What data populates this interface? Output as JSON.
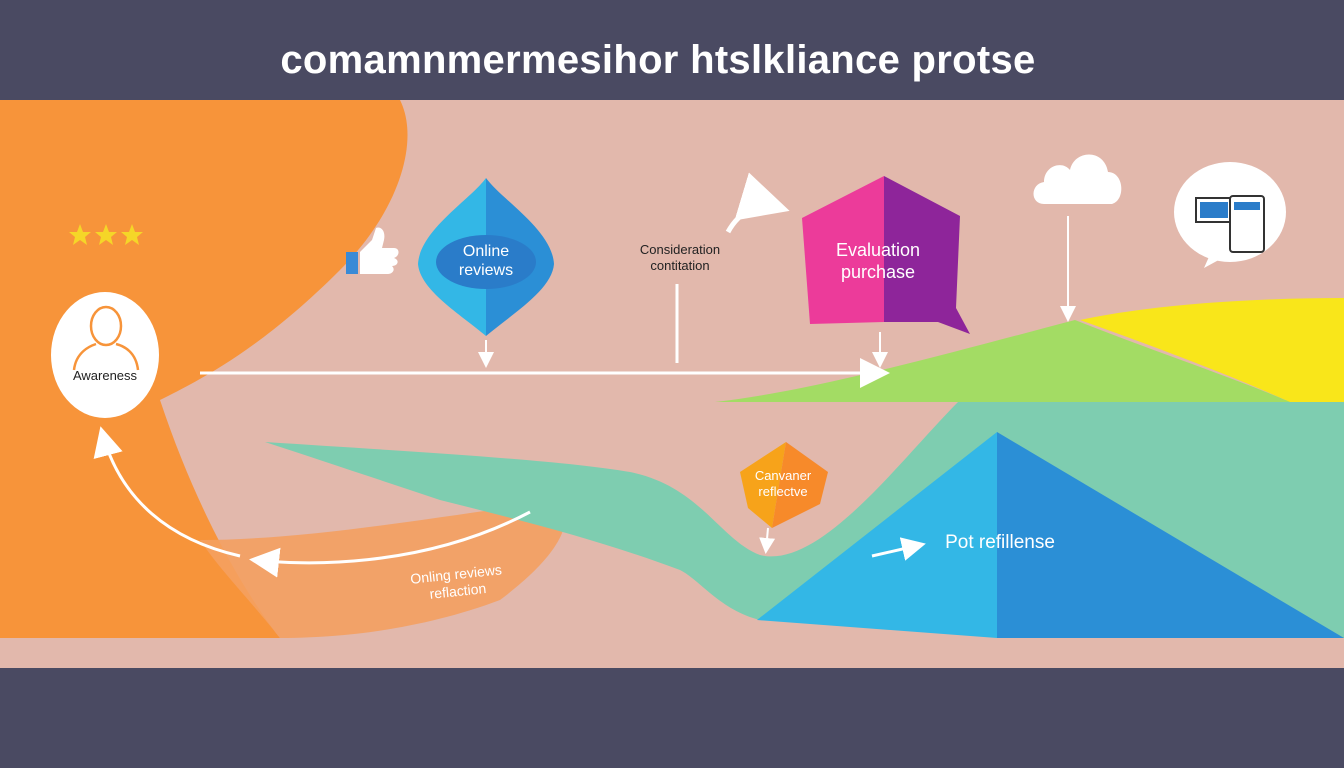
{
  "title": "comamnmermesihor htslkliance protse",
  "nodes": {
    "awareness": "Awareness",
    "online_reviews": [
      "Online",
      "reviews"
    ],
    "consideration": [
      "Consideration",
      "contitation"
    ],
    "evaluation": [
      "Evaluation",
      "purchase"
    ],
    "canvasser": [
      "Canvaner",
      "reflectve"
    ],
    "post": "Pot refillense",
    "bottom_caption": [
      "Onling reviews",
      "reflaction"
    ]
  },
  "rating_stars": 3,
  "icons": [
    "star-icon",
    "person-icon",
    "thumbs-up-icon",
    "curved-arrow-icon",
    "cloud-icon",
    "devices-icon",
    "arrow-icon"
  ],
  "colors": {
    "background": "#e2b8ac",
    "bars": "#4a4a62",
    "orange": "#f7943a",
    "cyan": "#33b7e6",
    "blue": "#2b8fd6",
    "magenta": "#ec3b9a",
    "purple": "#8e259a",
    "green": "#a3dc64",
    "yellow": "#f9e61a",
    "teal": "#7ecdb0",
    "star": "#f5d628"
  }
}
